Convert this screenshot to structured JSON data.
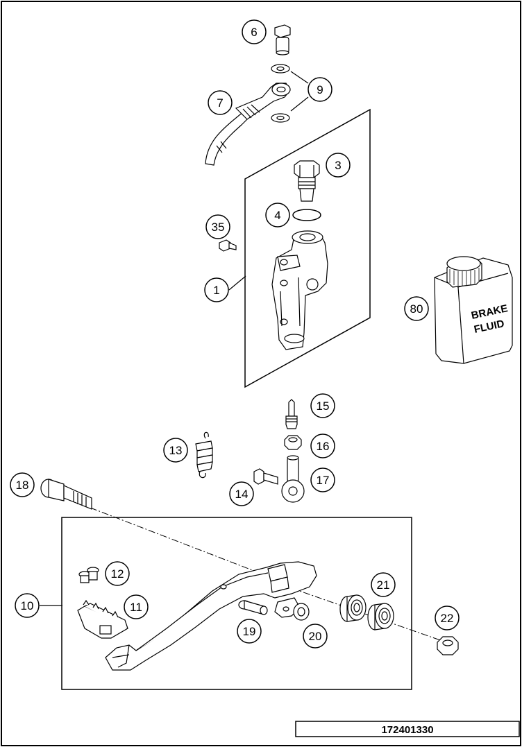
{
  "diagram": {
    "document_number": "172401330",
    "can_label_line1": "BRAKE",
    "can_label_line2": "FLUID",
    "callouts": [
      {
        "id": "c6",
        "label": "6"
      },
      {
        "id": "c9",
        "label": "9"
      },
      {
        "id": "c7",
        "label": "7"
      },
      {
        "id": "c3",
        "label": "3"
      },
      {
        "id": "c4",
        "label": "4"
      },
      {
        "id": "c35",
        "label": "35"
      },
      {
        "id": "c1",
        "label": "1"
      },
      {
        "id": "c80",
        "label": "80"
      },
      {
        "id": "c15",
        "label": "15"
      },
      {
        "id": "c13",
        "label": "13"
      },
      {
        "id": "c16",
        "label": "16"
      },
      {
        "id": "c17",
        "label": "17"
      },
      {
        "id": "c14",
        "label": "14"
      },
      {
        "id": "c18",
        "label": "18"
      },
      {
        "id": "c12",
        "label": "12"
      },
      {
        "id": "c21",
        "label": "21"
      },
      {
        "id": "c10",
        "label": "10"
      },
      {
        "id": "c11",
        "label": "11"
      },
      {
        "id": "c22",
        "label": "22"
      },
      {
        "id": "c19",
        "label": "19"
      },
      {
        "id": "c20",
        "label": "20"
      }
    ]
  }
}
